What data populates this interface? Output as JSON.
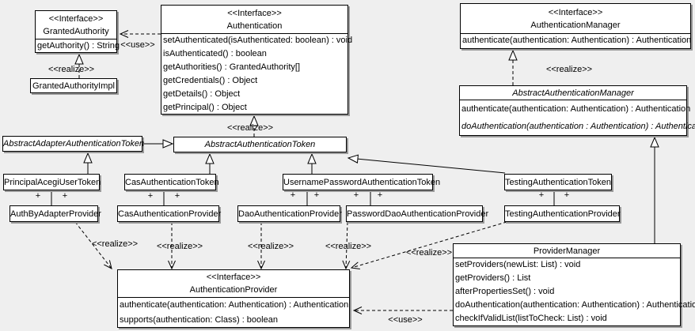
{
  "stereotypes": {
    "interface": "<<Interface>>",
    "use": "<<use>>",
    "realize": "<<realize>>"
  },
  "plus": "+",
  "colors": {
    "background": "#efefef",
    "box_fill": "#ffffff",
    "line": "#000000",
    "shadow": "#9a9a9a"
  },
  "classes": {
    "granted_authority": {
      "name": "GrantedAuthority",
      "methods": [
        "getAuthority() : String"
      ]
    },
    "granted_authority_impl": {
      "name": "GrantedAuthorityImpl"
    },
    "authentication": {
      "name": "Authentication",
      "methods": [
        "setAuthenticated(isAuthenticated: boolean) : void",
        "isAuthenticated() : boolean",
        "getAuthorities() : GrantedAuthority[]",
        "getCredentials() : Object",
        "getDetails() : Object",
        "getPrincipal() : Object"
      ]
    },
    "authentication_manager": {
      "name": "AuthenticationManager",
      "methods": [
        "authenticate(authentication: Authentication) : Authentication"
      ]
    },
    "abstract_authentication_manager": {
      "name": "AbstractAuthenticationManager",
      "methods": [
        "authenticate(authentication: Authentication) : Authentication",
        "doAuthentication(authentication : Authentication) : Authentication"
      ]
    },
    "abstract_adapter_authentication_token": {
      "name": "AbstractAdapterAuthenticationToken"
    },
    "abstract_authentication_token": {
      "name": "AbstractAuthenticationToken"
    },
    "principal_acegi_user_token": {
      "name": "PrincipalAcegiUserToken"
    },
    "cas_authentication_token": {
      "name": "CasAuthenticationToken"
    },
    "username_password_authentication_token": {
      "name": "UsernamePasswordAuthenticationToken"
    },
    "testing_authentication_token": {
      "name": "TestingAuthenticationToken"
    },
    "auth_by_adapter_provider": {
      "name": "AuthByAdapterProvider"
    },
    "cas_authentication_provider": {
      "name": "CasAuthenticationProvider"
    },
    "dao_authentication_provider": {
      "name": "DaoAuthenticationProvider"
    },
    "password_dao_authentication_provider": {
      "name": "PasswordDaoAuthenticationProvider"
    },
    "testing_authentication_provider": {
      "name": "TestingAuthenticationProvider"
    },
    "authentication_provider": {
      "name": "AuthenticationProvider",
      "methods": [
        "authenticate(authentication: Authentication) : Authentication",
        "supports(authentication: Class) : boolean"
      ]
    },
    "provider_manager": {
      "name": "ProviderManager",
      "methods": [
        "setProviders(newList: List) : void",
        "getProviders() : List",
        "afterPropertiesSet() : void",
        "doAuthentication(authentication: Authentication) : Authentication",
        "checkIfValidList(listToCheck: List) : void"
      ]
    }
  }
}
